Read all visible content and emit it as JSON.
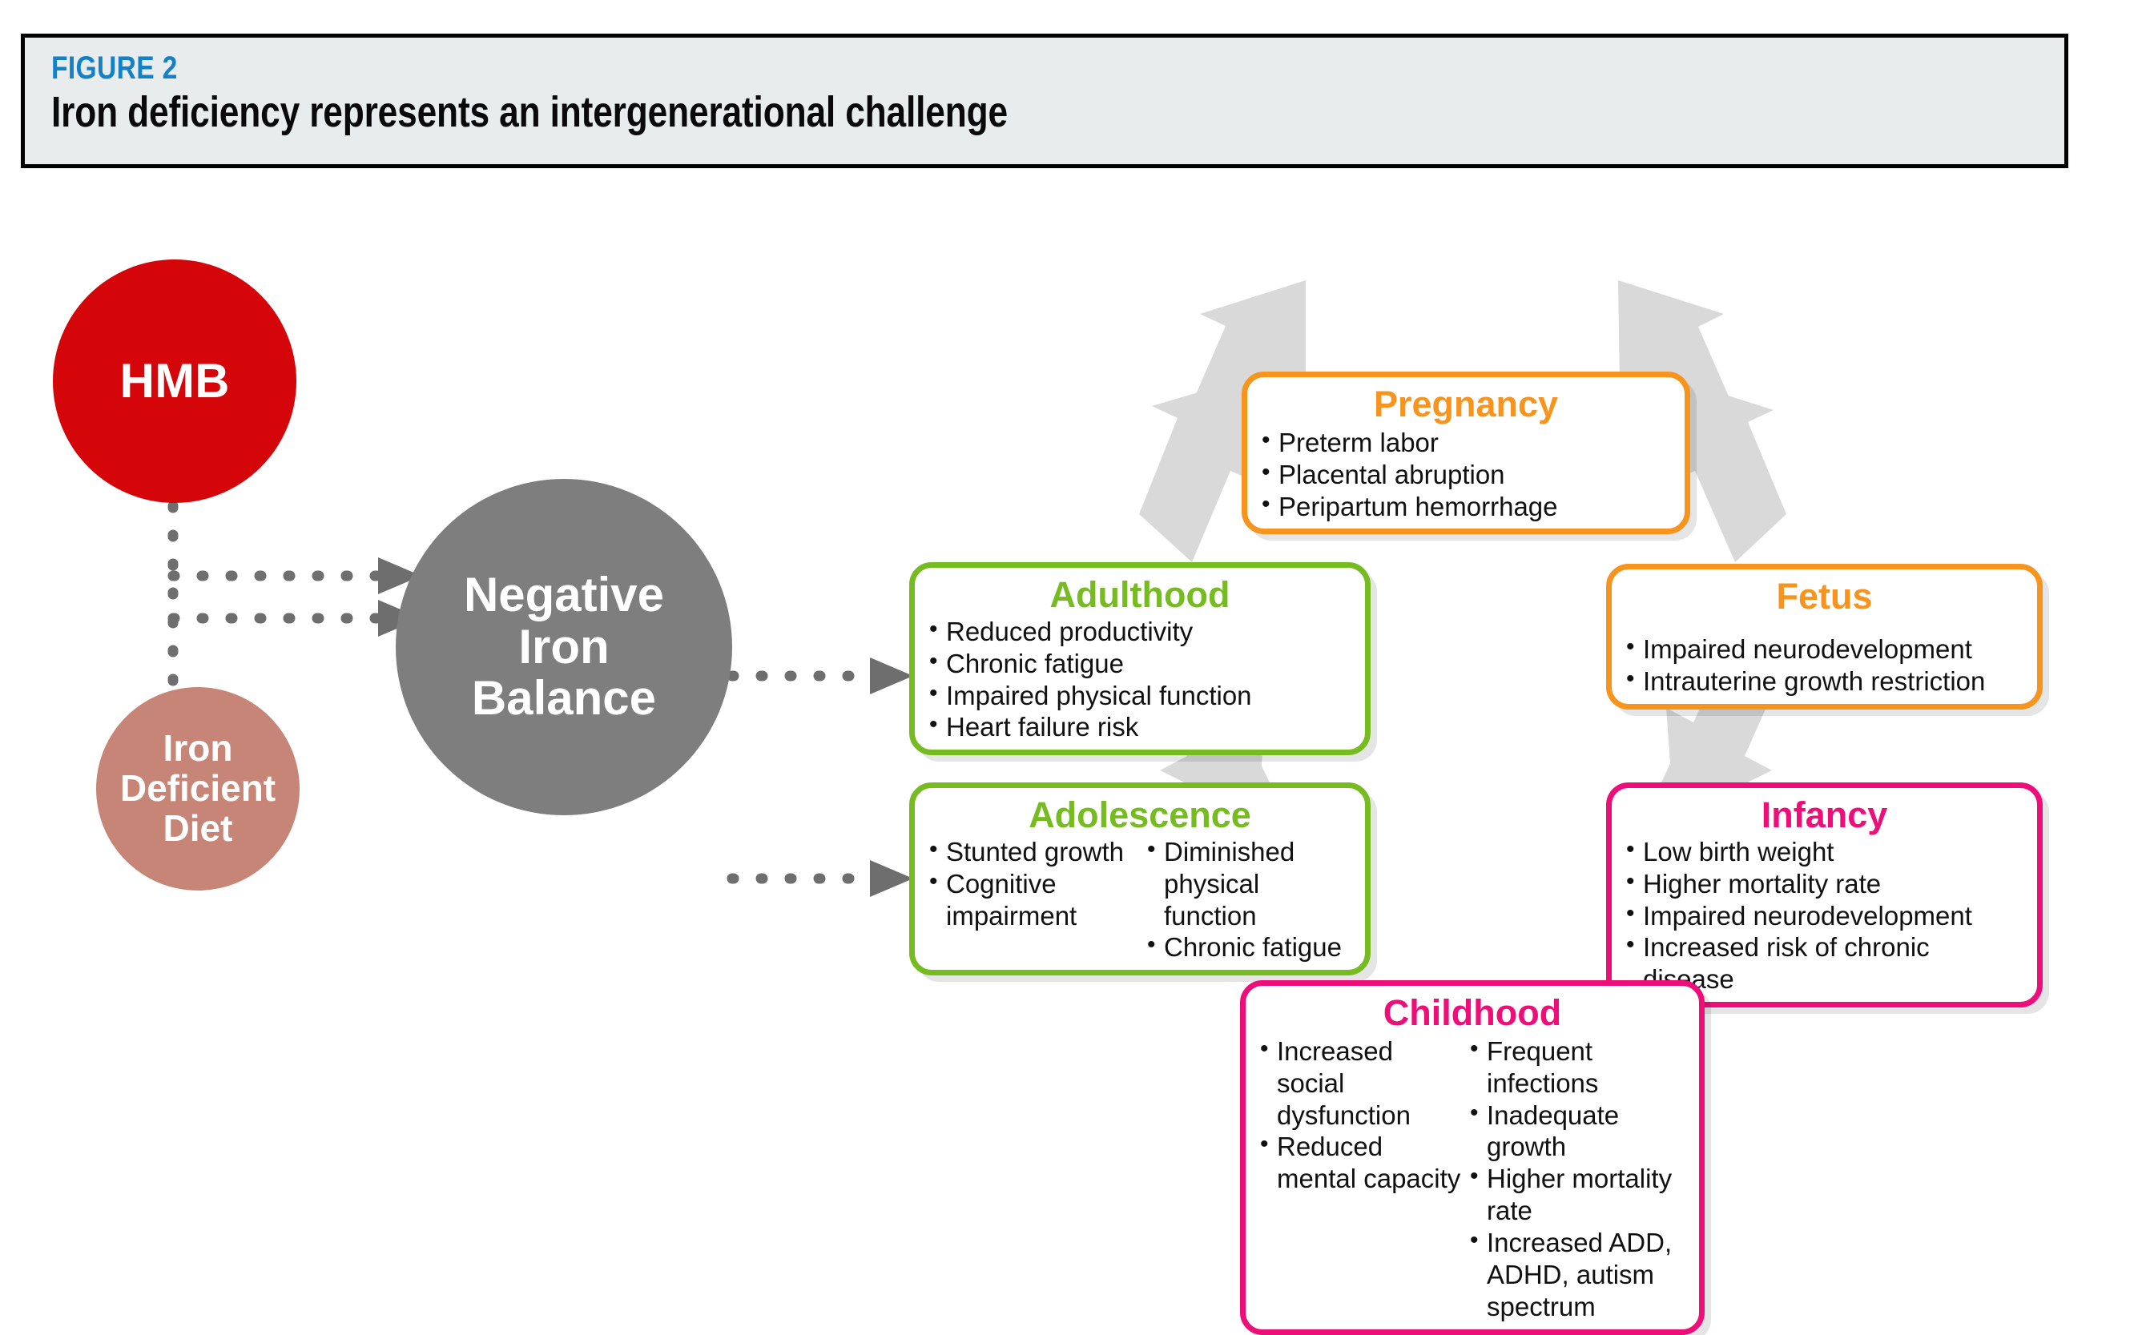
{
  "header": {
    "figure_label": "FIGURE 2",
    "title": "Iron deficiency represents an intergenerational challenge",
    "background_color": "#E9ECEC",
    "label_color": "#1481C6",
    "border_color": "#000000"
  },
  "colors": {
    "hmb": "#D5060A",
    "iron_deficient_diet": "#C68576",
    "negative_iron_balance": "#7E7E7E",
    "green": "#76BC21",
    "orange": "#F7941D",
    "pink": "#ED0E7A",
    "cycle_arrow": "#D9D9D9",
    "connector": "#6E6E6E"
  },
  "circles": [
    {
      "id": "hmb",
      "label": "HMB",
      "color": "#D5060A"
    },
    {
      "id": "iron-deficient-diet",
      "label": "Iron\nDeficient\nDiet",
      "line1": "Iron",
      "line2": "Deficient",
      "line3": "Diet",
      "color": "#C68576"
    },
    {
      "id": "negative-iron-balance",
      "line1": "Negative",
      "line2": "Iron",
      "line3": "Balance",
      "color": "#7E7E7E"
    }
  ],
  "boxes": {
    "pregnancy": {
      "title": "Pregnancy",
      "accent": "#F7941D",
      "items": [
        "Preterm labor",
        "Placental abruption",
        "Peripartum hemorrhage"
      ]
    },
    "adulthood": {
      "title": "Adulthood",
      "accent": "#76BC21",
      "items": [
        "Reduced productivity",
        "Chronic fatigue",
        "Impaired physical function",
        "Heart failure risk"
      ]
    },
    "adolescence": {
      "title": "Adolescence",
      "accent": "#76BC21",
      "items_left": [
        "Stunted growth",
        "Cognitive impairment"
      ],
      "items_right": [
        "Diminished physical function",
        "Chronic fatigue"
      ]
    },
    "fetus": {
      "title": "Fetus",
      "accent": "#F7941D",
      "items": [
        "Impaired neurodevelopment",
        "Intrauterine growth restriction"
      ]
    },
    "infancy": {
      "title": "Infancy",
      "accent": "#ED0E7A",
      "items": [
        "Low birth weight",
        "Higher mortality rate",
        "Impaired neurodevelopment",
        "Increased risk of chronic disease"
      ]
    },
    "childhood": {
      "title": "Childhood",
      "accent": "#ED0E7A",
      "items_left": [
        "Increased social dysfunction",
        "Reduced mental capacity"
      ],
      "items_right": [
        "Frequent infections",
        "Inadequate growth",
        "Higher mortality rate",
        "Increased ADD, ADHD, autism spectrum"
      ]
    }
  }
}
